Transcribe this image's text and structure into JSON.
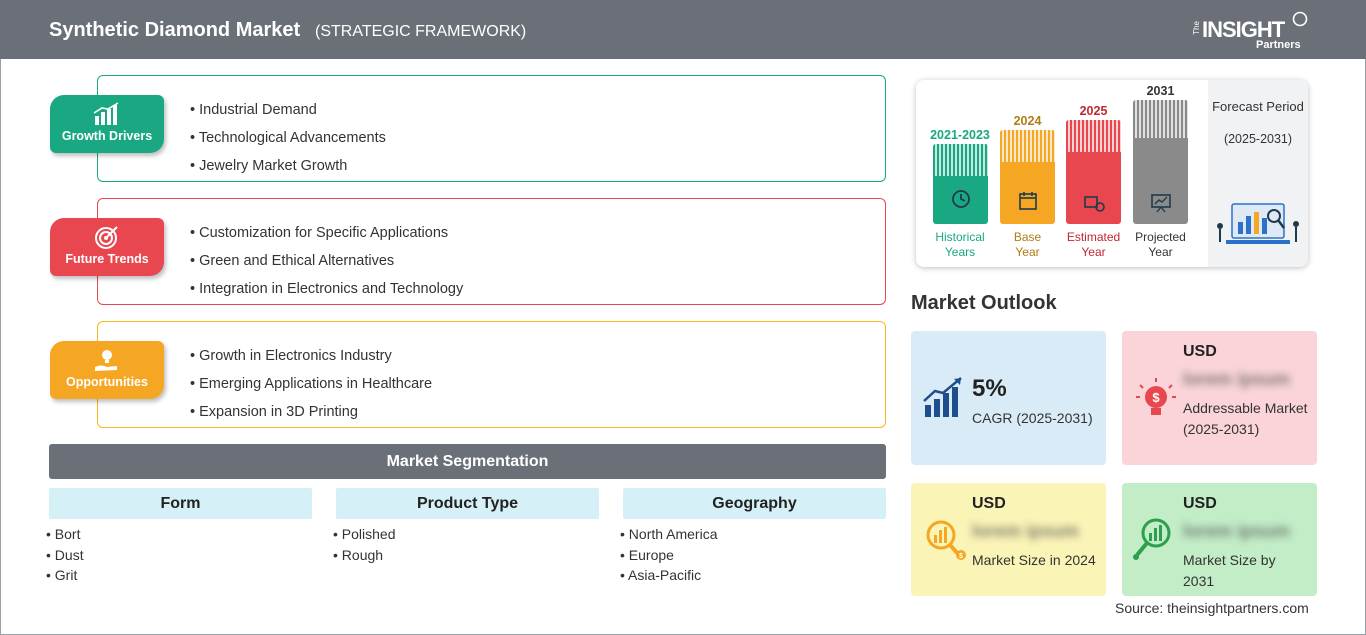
{
  "header": {
    "title": "Synthetic Diamond Market",
    "subtitle": "(STRATEGIC FRAMEWORK)",
    "logo": {
      "the": "The",
      "insight": "INSIGHT",
      "partners": "Partners"
    }
  },
  "strategy": [
    {
      "tag": "Growth Drivers",
      "color": "#19a882",
      "items": [
        "Industrial Demand",
        "Technological Advancements",
        "Jewelry Market Growth"
      ]
    },
    {
      "tag": "Future Trends",
      "color": "#e8474f",
      "items": [
        "Customization for Specific Applications",
        "Green and Ethical Alternatives",
        "Integration in Electronics and Technology"
      ]
    },
    {
      "tag": "Opportunities",
      "color": "#f5a623",
      "items": [
        "Growth in Electronics Industry",
        "Emerging Applications in Healthcare",
        "Expansion in 3D Printing"
      ]
    }
  ],
  "segmentation": {
    "title": "Market Segmentation",
    "columns": [
      {
        "heading": "Form",
        "items": [
          "Bort",
          "Dust",
          "Grit"
        ]
      },
      {
        "heading": "Product Type",
        "items": [
          "Polished",
          "Rough"
        ]
      },
      {
        "heading": "Geography",
        "items": [
          "North America",
          "Europe",
          "Asia-Pacific"
        ]
      }
    ]
  },
  "timeline": {
    "periods": [
      {
        "year": "2021-2023",
        "label1": "Historical",
        "label2": "Years",
        "color": "#19a882",
        "yearColor": "#19a882",
        "labelColor": "#19a882"
      },
      {
        "year": "2024",
        "label1": "Base",
        "label2": "Year",
        "color": "#f5a623",
        "yearColor": "#b07d14",
        "labelColor": "#b07d14"
      },
      {
        "year": "2025",
        "label1": "Estimated",
        "label2": "Year",
        "color": "#e8474f",
        "yearColor": "#c0282f",
        "labelColor": "#c0282f"
      },
      {
        "year": "2031",
        "label1": "Projected",
        "label2": "Year",
        "color": "#8a8a8a",
        "yearColor": "#333333",
        "labelColor": "#333333"
      }
    ],
    "forecast_title": "Forecast Period",
    "forecast_range": "(2025-2031)"
  },
  "outlook": {
    "title": "Market Outlook",
    "cagr": {
      "value": "5%",
      "label": "CAGR (2025-2031)"
    },
    "addressable": {
      "currency": "USD",
      "value": "lorem ipsum",
      "label": "Addressable Market (2025-2031)"
    },
    "size_2024": {
      "currency": "USD",
      "value": "lorem ipsum",
      "label": "Market Size in 2024"
    },
    "size_2031": {
      "currency": "USD",
      "value": "lorem ipsum",
      "label": "Market Size by 2031"
    }
  },
  "source": "Source: theinsightpartners.com"
}
